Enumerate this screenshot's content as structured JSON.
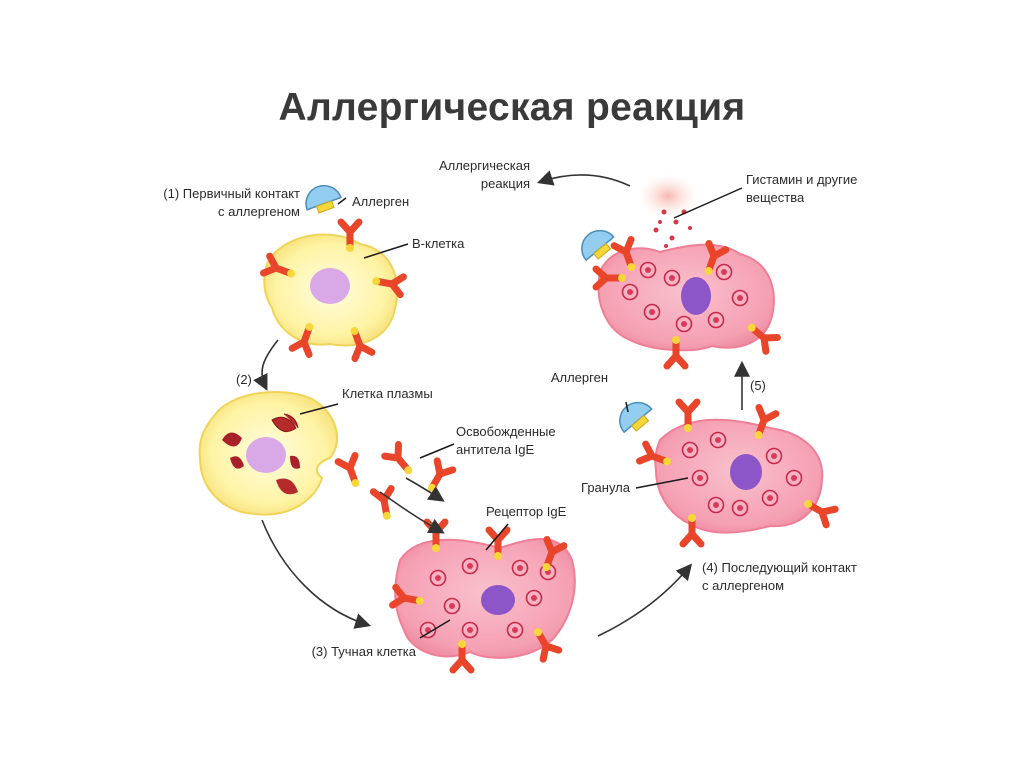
{
  "title": "Аллергическая реакция",
  "labels": {
    "step1_line1": "(1) Первичный контакт",
    "step1_line2": "с аллергеном",
    "allergen_top": "Аллерген",
    "b_cell": "В-клетка",
    "step2": "(2)",
    "plasma_cell": "Клетка плазмы",
    "freed_line1": "Освобожденные",
    "freed_line2": "антитела IgE",
    "receptor": "Рецептор IgE",
    "step3": "(3) Тучная клетка",
    "granule": "Гранула",
    "allergen_right": "Аллерген",
    "step5": "(5)",
    "step4_line1": "(4) Последующий контакт",
    "step4_line2": "с аллергеном",
    "reaction_line1": "Аллергическая",
    "reaction_line2": "реакция",
    "histamine_line1": "Гистамин и другие",
    "histamine_line2": "вещества"
  },
  "colors": {
    "b_cell_fill": "#fff6b8",
    "b_cell_edge": "#f2dc6a",
    "nucleus": "#d9a8e6",
    "mast_fill": "#f6a3b4",
    "mast_edge": "#ee7f96",
    "mast_nucleus": "#8c55c8",
    "granule": "#d93a5a",
    "antibody": "#e8452a",
    "allergen": "#8cc8ee"
  }
}
